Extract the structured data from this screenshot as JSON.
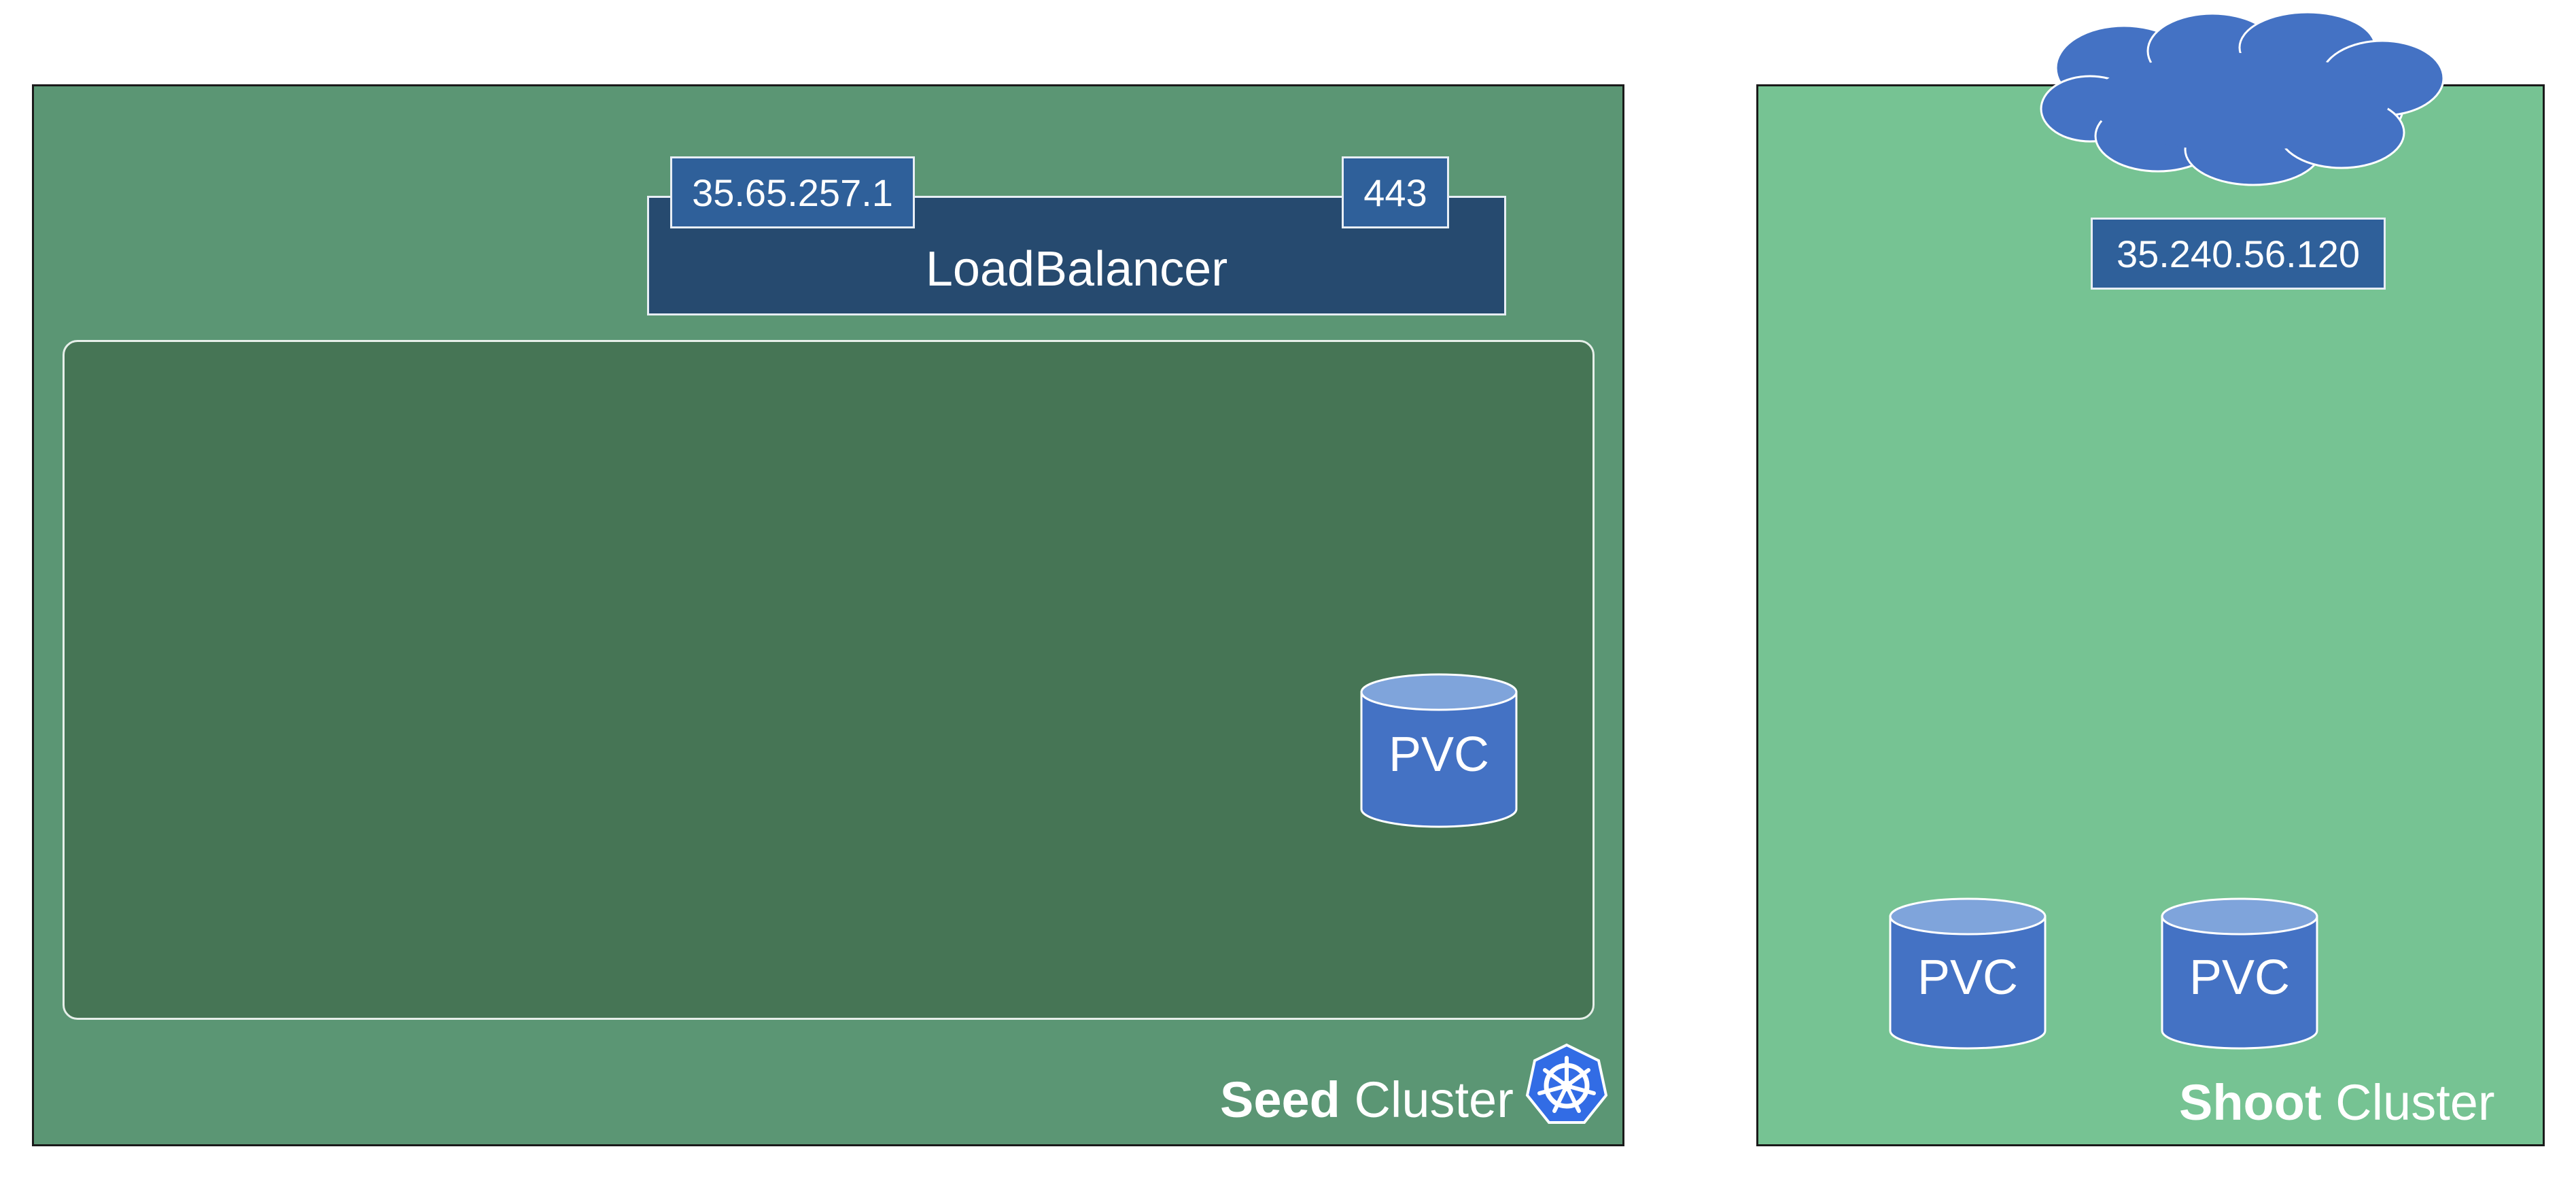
{
  "colors": {
    "seed_bg": "#5b9674",
    "seed_inner_bg": "#467555",
    "shoot_bg": "#76c393",
    "loadbalancer_bg": "#264a6f",
    "tag_bg": "#2f609a",
    "pvc_body": "#4472c4",
    "pvc_top": "#7fa4db",
    "cloud": "#4472c4",
    "k8s_logo": "#326ce5"
  },
  "seed": {
    "title_bold": "Seed",
    "title_rest": "Cluster",
    "loadbalancer": {
      "label": "LoadBalancer",
      "ip": "35.65.257.1",
      "port": "443"
    },
    "pvc_label": "PVC",
    "logo_icon": "kubernetes-helm-icon"
  },
  "shoot": {
    "title_bold": "Shoot",
    "title_rest": "Cluster",
    "cloud_icon": "cloud-icon",
    "ip": "35.240.56.120",
    "pvcs": [
      "PVC",
      "PVC"
    ]
  }
}
